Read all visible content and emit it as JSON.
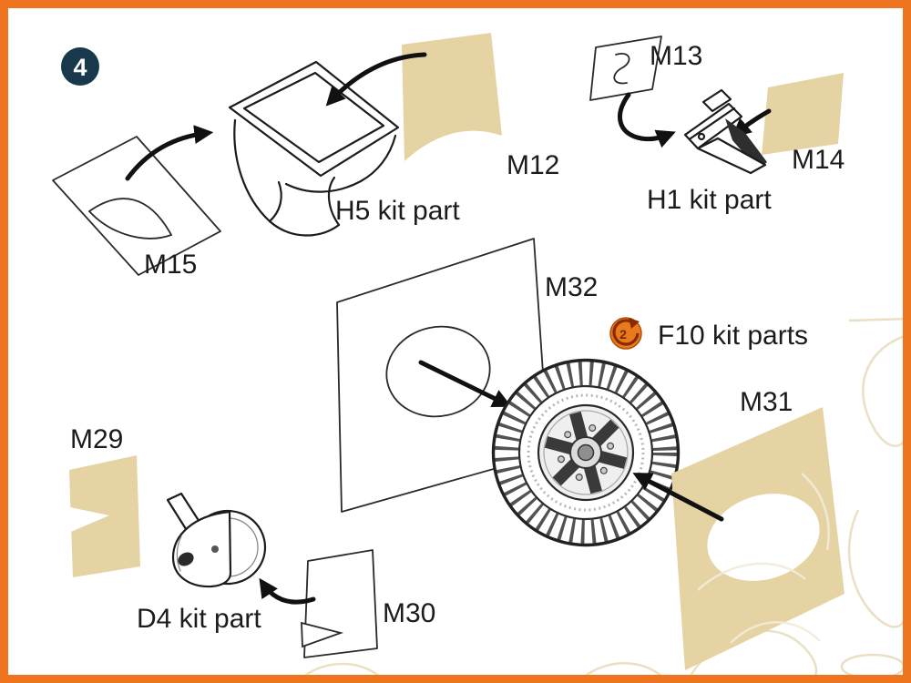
{
  "step": {
    "number": "4"
  },
  "labels": {
    "m15": "M15",
    "h5": "H5 kit part",
    "m12": "M12",
    "m13": "M13",
    "h1": "H1 kit part",
    "m14": "M14",
    "m32": "M32",
    "f10": "F10 kit parts",
    "m31": "M31",
    "m29": "M29",
    "d4": "D4 kit part",
    "m30": "M30"
  },
  "repeat_icon": {
    "count": "2"
  },
  "colors": {
    "border": "#ee7420",
    "background": "#ffffff",
    "mask_tan": "#e6d3a3",
    "badge_navy": "#17394b",
    "accent_orange": "#e87a1e",
    "line": "#1c1c1c",
    "watermark": "#e9dec2"
  }
}
